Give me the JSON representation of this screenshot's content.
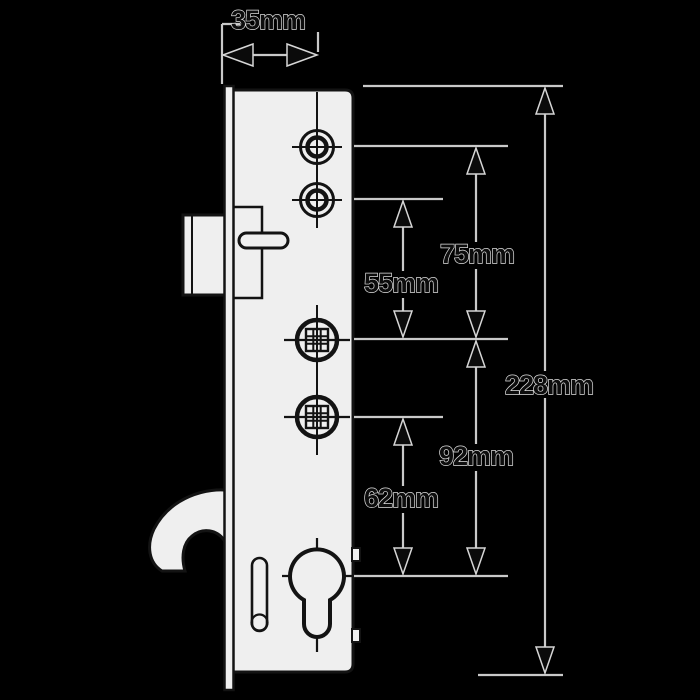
{
  "colors": {
    "background": "#000000",
    "body_fill": "#efefef",
    "outline": "#131313",
    "dimension_line": "#c9c9c9",
    "arrowhead_fill": "#0b0b0b",
    "arrowhead_halo": "#d6d6d6",
    "label_core": "#0d0d0d",
    "label_halo": "#dedede"
  },
  "labels": {
    "backset": "35mm",
    "top_roller_to_hub": "75mm",
    "second_roller_to_hub": "55mm",
    "hub_to_cylinder": "92mm",
    "second_hub_to_cylinder": "62mm",
    "overall_height": "228mm"
  }
}
